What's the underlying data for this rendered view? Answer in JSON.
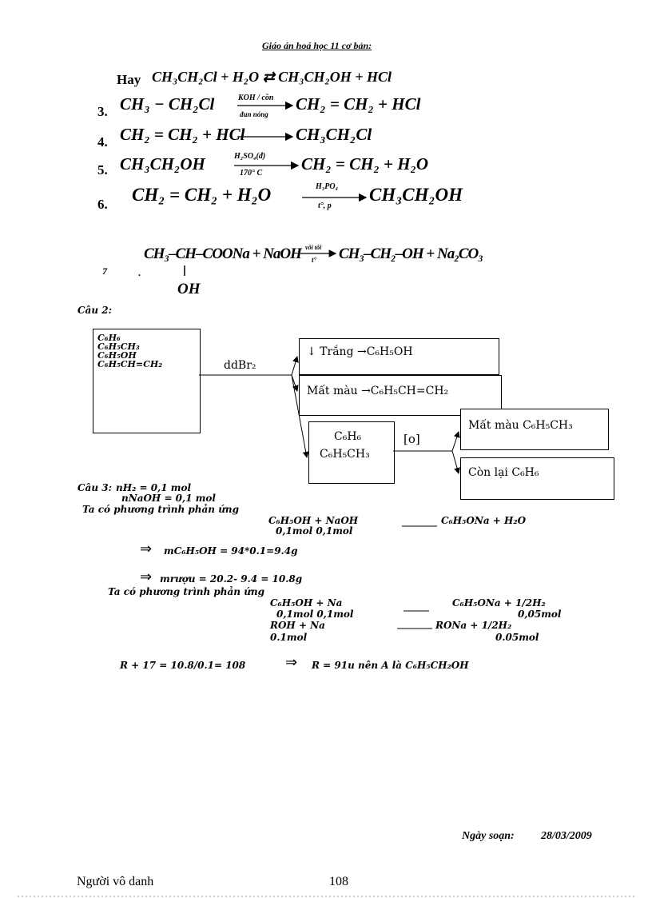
{
  "header": "Giáo án hoá học 11 cơ bản:",
  "reactions": {
    "hay_label": "Hay",
    "hay_eq": "CH₃CH₂Cl + H₂O ⇄ CH₃CH₂OH + HCl",
    "r3_num": "3.",
    "r3_left": "CH₃ − CH₂Cl",
    "r3_cond_top": "KOH / cồn",
    "r3_cond_bot": "đun nóng",
    "r3_right": "CH₂ = CH₂ + HCl",
    "r4_num": "4.",
    "r4_left": "CH₂ = CH₂ + HCl",
    "r4_right": "CH₃CH₂Cl",
    "r5_num": "5.",
    "r5_left": "CH₃CH₂OH",
    "r5_cond_top": "H₂SO₄(đ)",
    "r5_cond_bot": "170° C",
    "r5_right": "CH₂ = CH₂ + H₂O",
    "r6_num": "6.",
    "r6_left": "CH₂ = CH₂ + H₂O",
    "r6_cond_top": "H₃PO₄",
    "r6_cond_bot": "t°, p",
    "r6_right": "CH₃CH₂OH",
    "r7_num": "7",
    "r7_dot": ".",
    "r7_left": "CH₃–CH–COONa + NaOH",
    "r7_cond_top": "vôi tôi",
    "r7_cond_bot": "t°",
    "r7_right": "CH₃–CH₂–OH + Na₂CO₃",
    "r7_branch": "OH"
  },
  "cau2": {
    "title": "Câu 2:",
    "left_box": [
      "C₆H₆",
      "C₆H₅CH₃",
      "C₆H₅OH",
      "C₆H₅CH=CH₂"
    ],
    "reagent": "ddBr₂",
    "result1": "↓ Trắng →C₆H₅OH",
    "result2": "Mất màu →C₆H₅CH=CH₂",
    "remain_1": "C₆H₆",
    "remain_2": "C₆H₅CH₃",
    "oxidant": "[o]",
    "result3": "Mất màu  C₆H₅CH₃",
    "result4": "Còn lại  C₆H₆"
  },
  "cau3": {
    "title": "Câu 3:",
    "line1": "nH₂ = 0,1 mol",
    "line2": "nNaOH = 0,1 mol",
    "intro1": "Ta có phương trình phản ứng",
    "eq1": "C₆H₅OH + NaOH",
    "eq1_right": "C₆H₅ONa + H₂O",
    "eq1_mol": "0,1mol    0,1mol",
    "mass1": "mC₆H₅OH = 94*0.1=9.4g",
    "mass2": "mrượu = 20.2- 9.4 = 10.8g",
    "intro2": "Ta có phương trình phản ứng",
    "eq2_left": "C₆H₅OH    +     Na",
    "eq2_right": "C₆H₅ONa + 1/2H₂",
    "eq2_mol_left": "0,1mol    0,1mol",
    "eq2_mol_right": "0,05mol",
    "eq3_left": "ROH     +     Na",
    "eq3_right": "RONa  +  1/2H₂",
    "eq3_mol_left": "0.1mol",
    "eq3_mol_right": "0.05mol",
    "final_left": "R  + 17 = 10.8/0.1= 108",
    "final_right": "R =  91u nên A là C₆H₅CH₂OH"
  },
  "date_label": "Ngày soạn:",
  "date_value": "28/03/2009",
  "footer_author": "Người vô danh",
  "footer_page": "108"
}
